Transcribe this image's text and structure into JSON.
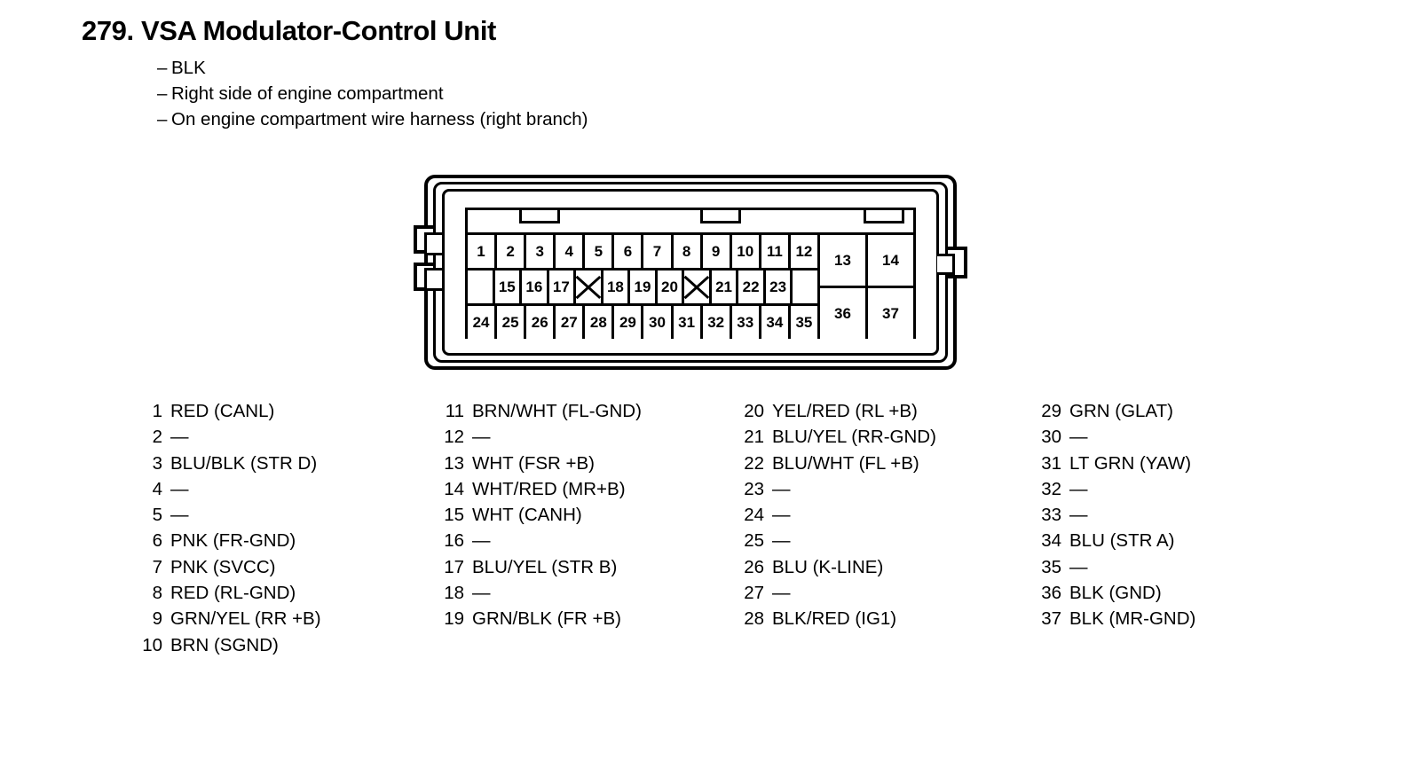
{
  "header": {
    "number": "279.",
    "title": "VSA Modulator-Control Unit",
    "full_title": "279. VSA Modulator-Control Unit",
    "specs": [
      "BLK",
      "Right side of engine compartment",
      "On engine compartment wire harness (right branch)"
    ],
    "dash": "–"
  },
  "connector": {
    "row_top": [
      "1",
      "2",
      "3",
      "4",
      "5",
      "6",
      "7",
      "8",
      "9",
      "10",
      "11",
      "12"
    ],
    "row_mid": [
      "",
      "15",
      "16",
      "17",
      "X",
      "18",
      "19",
      "20",
      "X",
      "21",
      "22",
      "23",
      ""
    ],
    "row_bottom": [
      "24",
      "25",
      "26",
      "27",
      "28",
      "29",
      "30",
      "31",
      "32",
      "33",
      "34",
      "35"
    ],
    "right_top": [
      "13",
      "14"
    ],
    "right_bottom": [
      "36",
      "37"
    ],
    "blocked_marker": "X"
  },
  "legend": {
    "empty": "—",
    "columns": [
      {
        "rows": [
          {
            "pin": "1",
            "label": "RED (CANL)"
          },
          {
            "pin": "2",
            "label": "—"
          },
          {
            "pin": "3",
            "label": "BLU/BLK (STR D)"
          },
          {
            "pin": "4",
            "label": "—"
          },
          {
            "pin": "5",
            "label": "—"
          },
          {
            "pin": "6",
            "label": "PNK (FR-GND)"
          },
          {
            "pin": "7",
            "label": "PNK (SVCC)"
          },
          {
            "pin": "8",
            "label": "RED (RL-GND)"
          },
          {
            "pin": "9",
            "label": "GRN/YEL (RR +B)"
          },
          {
            "pin": "10",
            "label": "BRN (SGND)"
          }
        ]
      },
      {
        "rows": [
          {
            "pin": "11",
            "label": "BRN/WHT (FL-GND)"
          },
          {
            "pin": "12",
            "label": "—"
          },
          {
            "pin": "13",
            "label": "WHT (FSR +B)"
          },
          {
            "pin": "14",
            "label": "WHT/RED (MR+B)"
          },
          {
            "pin": "15",
            "label": "WHT (CANH)"
          },
          {
            "pin": "16",
            "label": "—"
          },
          {
            "pin": "17",
            "label": "BLU/YEL (STR B)"
          },
          {
            "pin": "18",
            "label": "—"
          },
          {
            "pin": "19",
            "label": "GRN/BLK (FR +B)"
          }
        ]
      },
      {
        "rows": [
          {
            "pin": "20",
            "label": "YEL/RED (RL +B)"
          },
          {
            "pin": "21",
            "label": "BLU/YEL (RR-GND)"
          },
          {
            "pin": "22",
            "label": "BLU/WHT (FL +B)"
          },
          {
            "pin": "23",
            "label": "—"
          },
          {
            "pin": "24",
            "label": "—"
          },
          {
            "pin": "25",
            "label": "—"
          },
          {
            "pin": "26",
            "label": "BLU (K-LINE)"
          },
          {
            "pin": "27",
            "label": "—"
          },
          {
            "pin": "28",
            "label": "BLK/RED (IG1)"
          }
        ]
      },
      {
        "rows": [
          {
            "pin": "29",
            "label": "GRN (GLAT)"
          },
          {
            "pin": "30",
            "label": "—"
          },
          {
            "pin": "31",
            "label": "LT GRN (YAW)"
          },
          {
            "pin": "32",
            "label": "—"
          },
          {
            "pin": "33",
            "label": "—"
          },
          {
            "pin": "34",
            "label": "BLU (STR A)"
          },
          {
            "pin": "35",
            "label": "—"
          },
          {
            "pin": "36",
            "label": "BLK (GND)"
          },
          {
            "pin": "37",
            "label": "BLK (MR-GND)"
          }
        ]
      }
    ]
  }
}
